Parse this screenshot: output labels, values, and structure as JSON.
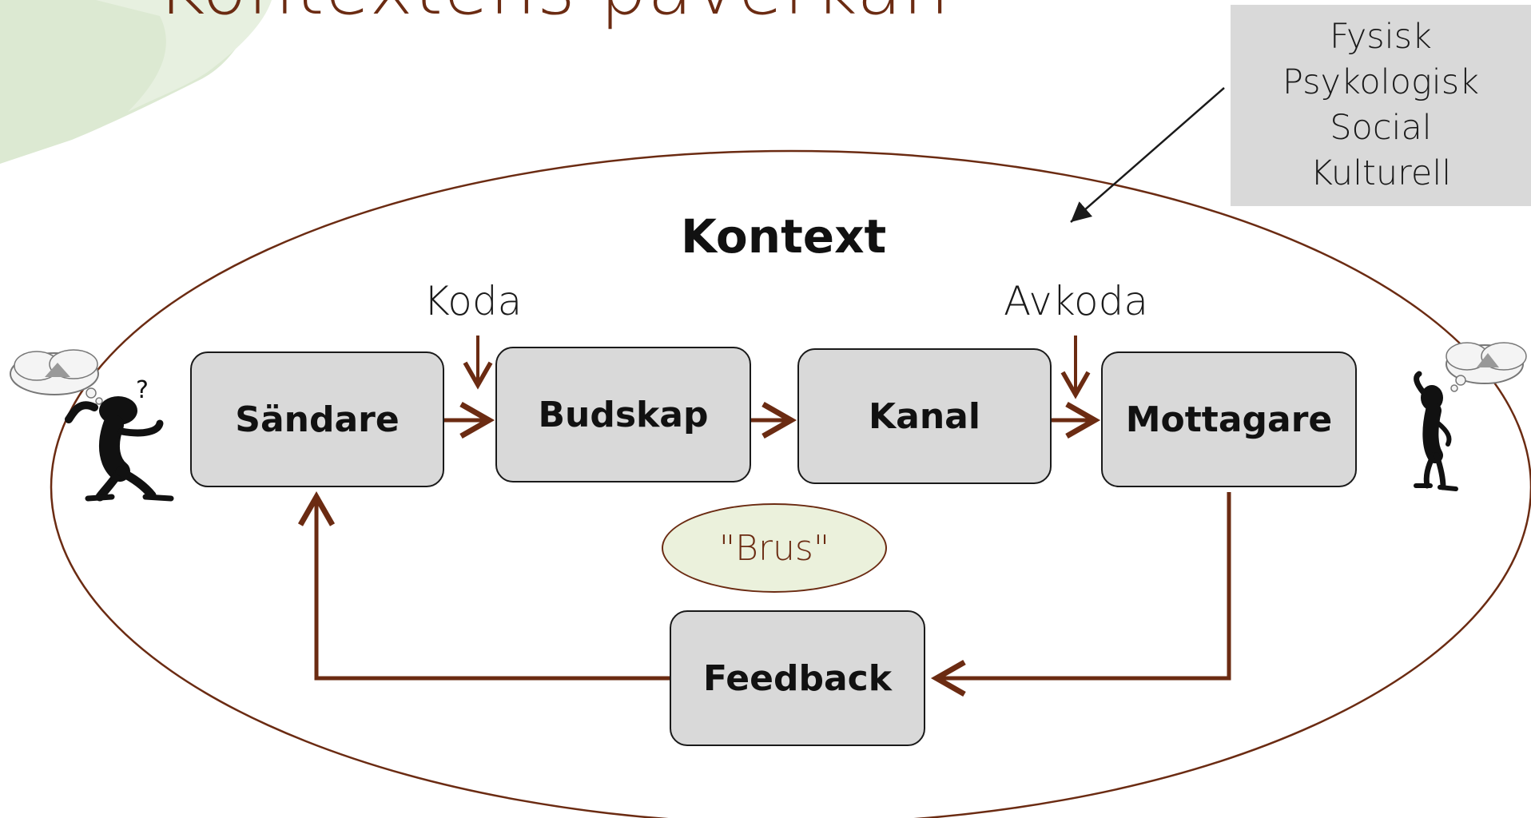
{
  "title": "Kontextens påverkan",
  "context_factors": [
    "Fysisk",
    "Psykologisk",
    "Social",
    "Kulturell"
  ],
  "context_label": "Kontext",
  "encode_label": "Koda",
  "decode_label": "Avkoda",
  "nodes": {
    "sender": "Sändare",
    "message": "Budskap",
    "channel": "Kanal",
    "receiver": "Mottagare",
    "feedback": "Feedback"
  },
  "noise_label": "\"Brus\"",
  "colors": {
    "arrow": "#6b2b12",
    "node_fill": "#d9d9d9",
    "noise_fill": "#ebf1dc",
    "title": "#6b2b12",
    "leaf_decoration": "#dce9d2"
  }
}
